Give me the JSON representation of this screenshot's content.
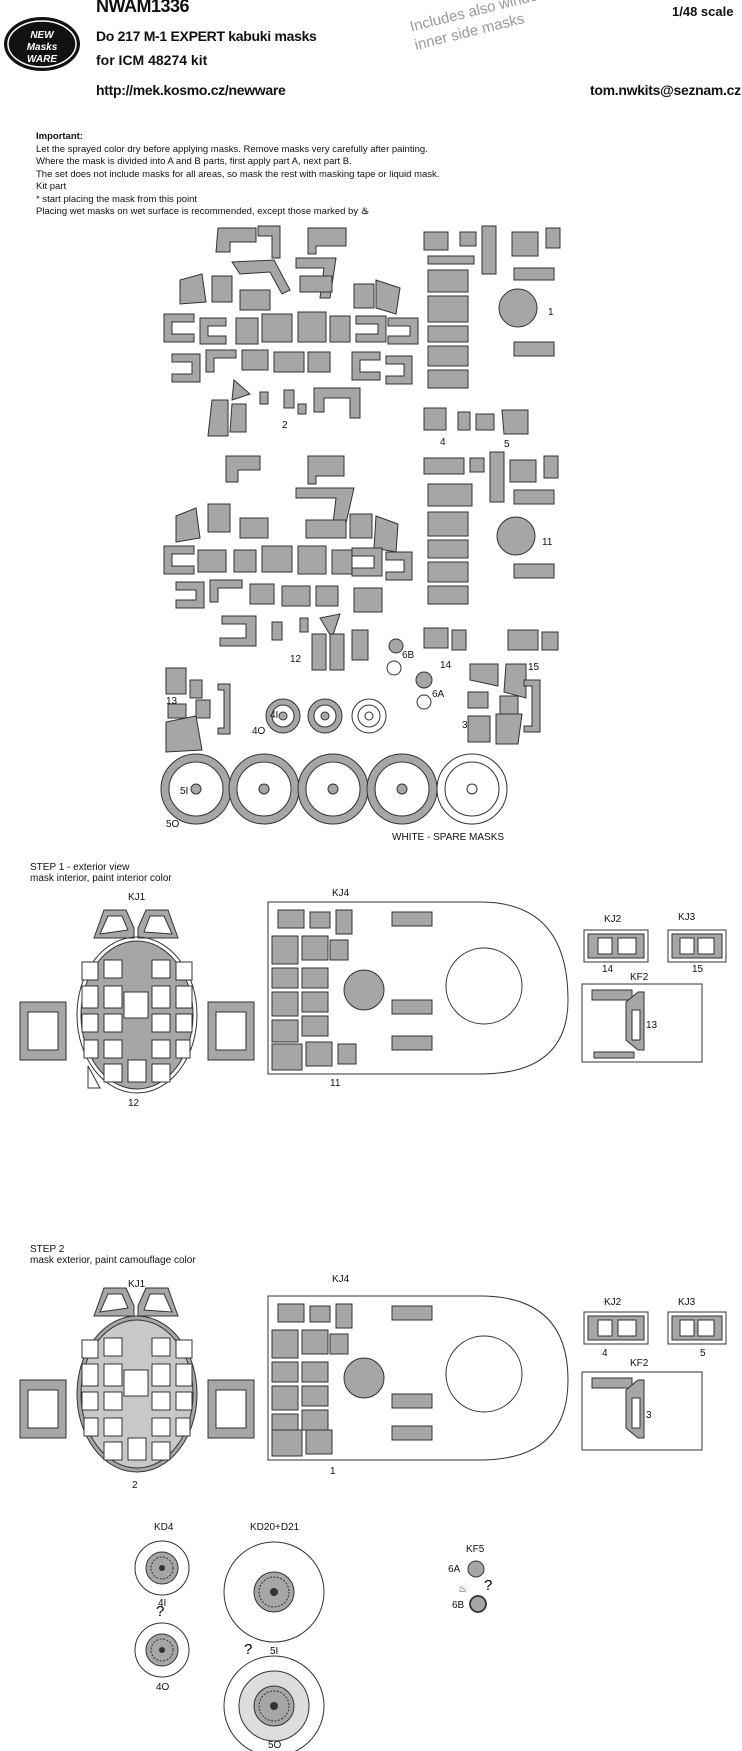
{
  "header": {
    "code": "NWAM1336",
    "scale": "1/48 scale",
    "product": "Do 217 M-1 EXPERT kabuki masks",
    "kit": "for ICM 48274 kit",
    "url": "http://mek.kosmo.cz/newware",
    "email": "tom.nwkits@seznam.cz",
    "logo_text": "NEW Masks WARE",
    "stamp": "Includes also windows inner side masks"
  },
  "notes": {
    "heading": "Important:",
    "lines": [
      "Let the sprayed color dry before applying masks. Remove masks very carefully after painting.",
      "Where the mask is divided into A and B parts, first apply part A, next part B.",
      "The set does not include masks for all areas, so mask the rest with masking tape or liquid mask.",
      "Kit part",
      "* start placing the mask from this point",
      "Placing wet masks on wet surface is recommended, except those marked by"
    ]
  },
  "sheet": {
    "labels": [
      "1",
      "2",
      "4",
      "5",
      "11",
      "6B",
      "12",
      "14",
      "15",
      "6A",
      "13",
      "4I",
      "4O",
      "3",
      "5I",
      "5O"
    ],
    "spare": "WHITE - SPARE MASKS"
  },
  "step1": {
    "title": "STEP 1 - exterior view",
    "subtitle": "mask interior, paint interior color",
    "labels": [
      "KJ1",
      "KJ4",
      "KJ2",
      "KJ3",
      "14",
      "15",
      "KF2",
      "13",
      "11",
      "12"
    ]
  },
  "step2": {
    "title": "STEP 2",
    "subtitle": "mask exterior, paint camouflage color",
    "labels": [
      "KJ1",
      "KJ4",
      "KJ2",
      "KJ3",
      "4",
      "5",
      "KF2",
      "3",
      "1",
      "2"
    ],
    "wheels": [
      "KD4",
      "KD20+D21",
      "4I",
      "4O",
      "5I",
      "5O",
      "?",
      "?"
    ],
    "kf5": [
      "KF5",
      "6A",
      "6B",
      "?"
    ]
  }
}
